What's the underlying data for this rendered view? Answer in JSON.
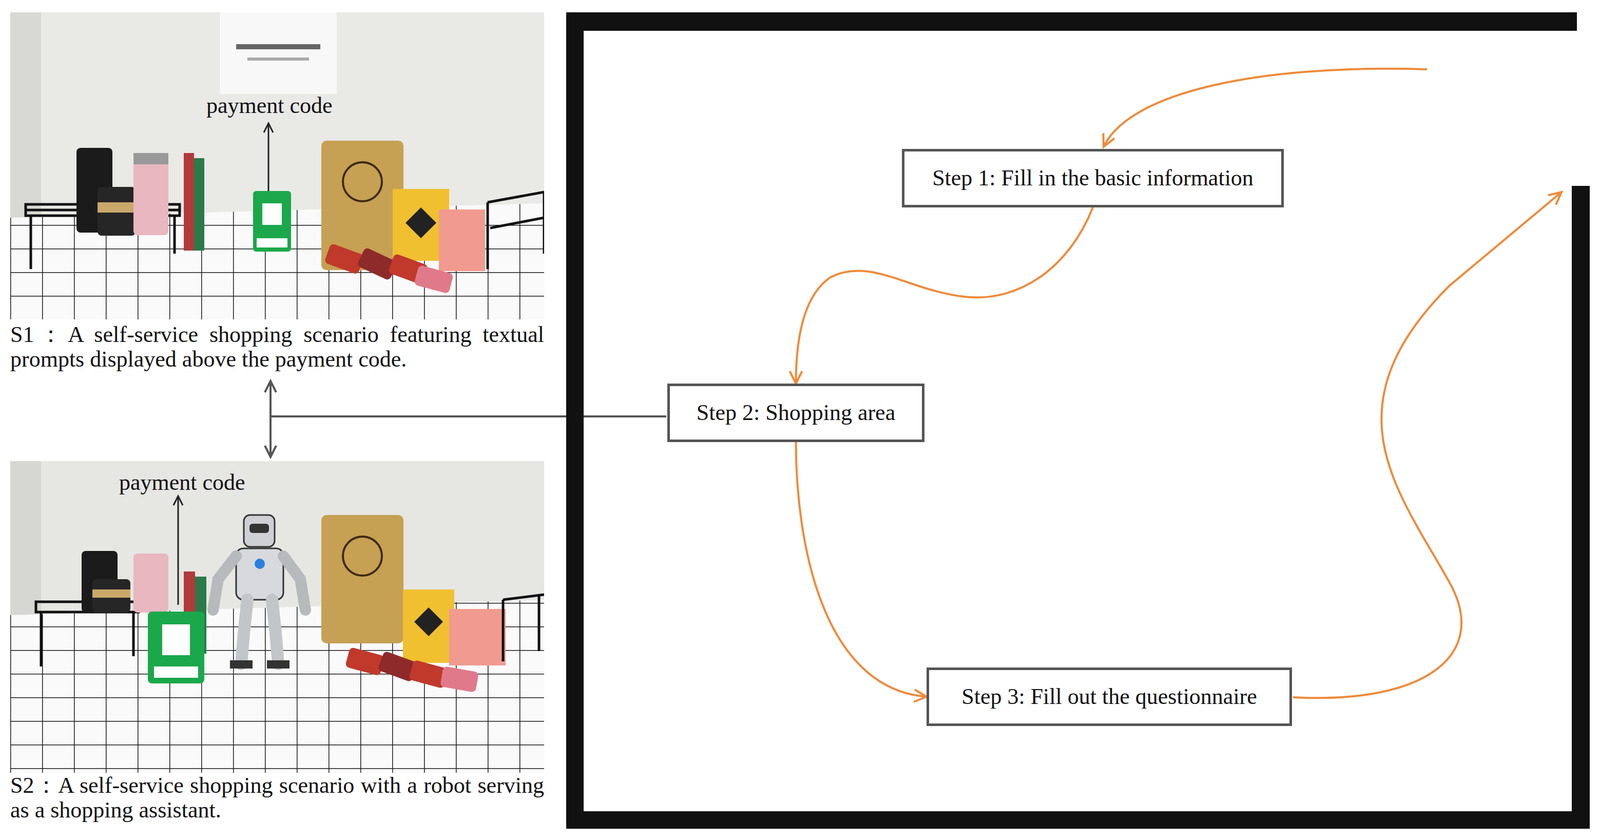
{
  "diagram": {
    "nodes": [
      {
        "text": [
          "Step 1: Fill in the basic information"
        ]
      },
      {
        "text": [
          "Step 2: Shopping area"
        ]
      },
      {
        "text": [
          "Step 3: Fill out the questionnaire"
        ]
      }
    ],
    "edges": [
      {
        "from": 0,
        "to": 1,
        "arrow": "to"
      },
      {
        "from": 1,
        "to": 2,
        "arrow": "to"
      }
    ],
    "labels": [
      "payment code",
      "S1：A self-service shopping scenario featuring textual prompts displayed above the payment code.",
      "payment code",
      "S2：A self-service shopping scenario with a robot serving as a shopping assistant."
    ]
  }
}
